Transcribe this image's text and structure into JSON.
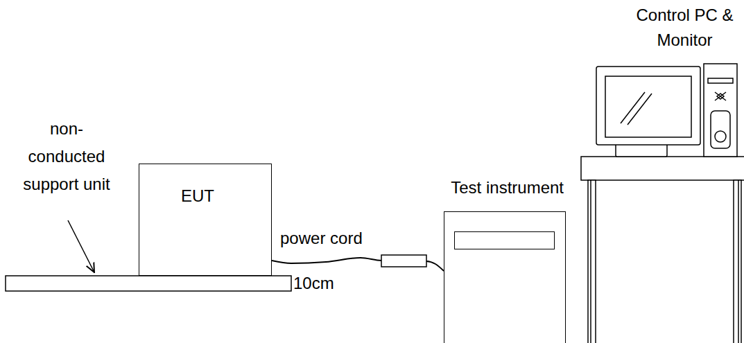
{
  "diagram": {
    "nodes": [
      {
        "text": [
          "EUT"
        ]
      },
      {
        "text": [
          "Test instrument"
        ]
      }
    ],
    "edges": [
      {
        "from": 0,
        "to": 1,
        "arrow": "none",
        "label": "power cord"
      }
    ],
    "labels": [
      "non-conducted support unit",
      "10cm",
      "Control PC & Monitor"
    ]
  }
}
